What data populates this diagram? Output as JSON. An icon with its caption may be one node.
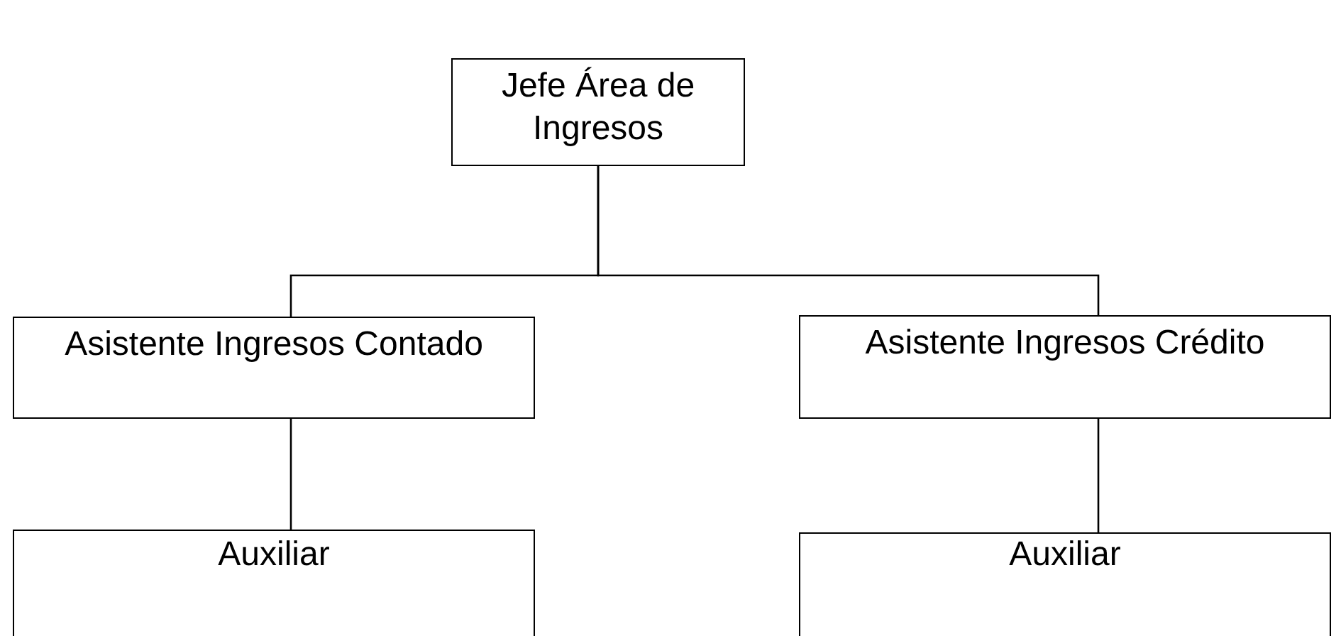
{
  "diagram": {
    "nodes": [
      {
        "text": [
          "Jefe Área de Ingresos"
        ]
      },
      {
        "text": [
          "Asistente Ingresos Contado"
        ]
      },
      {
        "text": [
          "Asistente Ingresos Crédito"
        ]
      },
      {
        "text": [
          "Auxiliar"
        ]
      },
      {
        "text": [
          "Auxiliar"
        ]
      }
    ],
    "edges": [
      {
        "from": 0,
        "to": 1,
        "arrow": "none"
      },
      {
        "from": 0,
        "to": 2,
        "arrow": "none"
      },
      {
        "from": 1,
        "to": 3,
        "arrow": "none"
      },
      {
        "from": 2,
        "to": 4,
        "arrow": "none"
      }
    ]
  }
}
